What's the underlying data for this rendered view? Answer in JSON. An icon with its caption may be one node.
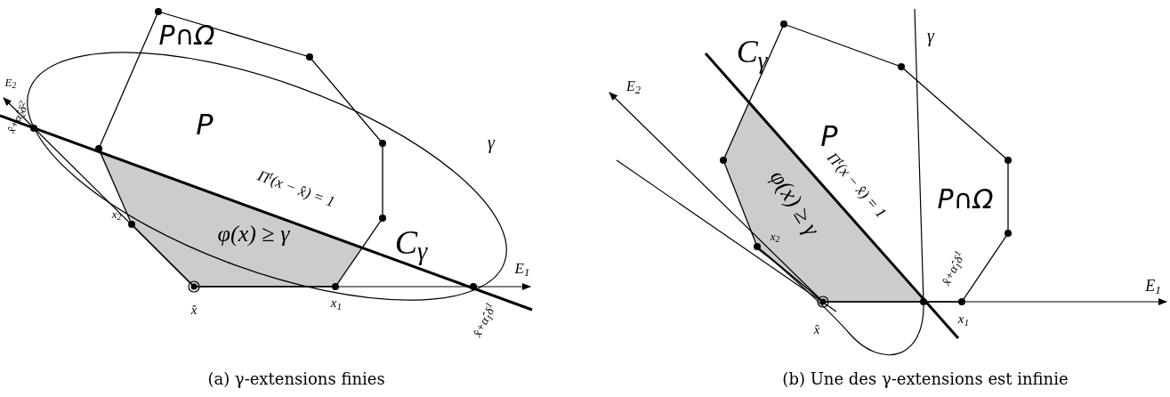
{
  "diagram": {
    "labels": [
      "P∩Ω",
      "E$_{2}$",
      "x̂+α̂$_{2}$δ$^{2}$",
      "P",
      "γ",
      "Π$^{t}$(x − x̂) = 1",
      "x$_{2}$",
      "φ(x) ≥ γ",
      "C$_{γ}$",
      "E$_{1}$",
      "x̂",
      "x$_{1}$",
      "x̂+α̂$_{1}$δ$^{1}$",
      "(a) γ-extensions finies",
      "C$_{γ}$",
      "γ",
      "E$_{2}$",
      "P",
      "Π$^{t}$(x − x̂) = 1",
      "P∩Ω",
      "φ(x) ≥ γ",
      "x$_{2}$",
      "x̂+α̂$_{1}$δ$^{1}$",
      "E$_{1}$",
      "x̂",
      "x$_{1}$",
      "(b) Une des γ-extensions est infinie"
    ]
  }
}
